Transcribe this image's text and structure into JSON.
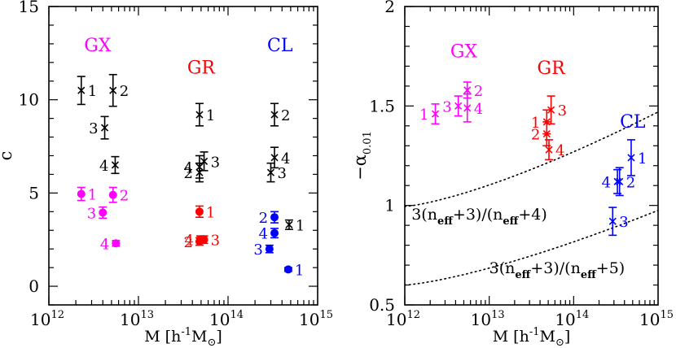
{
  "chart_data": [
    {
      "type": "scatter",
      "xlabel": "M [h^-1 M_⊙]",
      "xlabel_parts": {
        "main": "M  [h",
        "sup": "-1",
        "mid": "M",
        "sub": "⊙",
        "close": "]"
      },
      "ylabel": "c",
      "xscale": "log",
      "xlim": [
        1000000000000.0,
        1000000000000000.0
      ],
      "ylim": [
        -1,
        15
      ],
      "xticks": [
        {
          "label_base": "10",
          "label_exp": "12",
          "value": 1000000000000.0
        },
        {
          "label_base": "10",
          "label_exp": "13",
          "value": 10000000000000.0
        },
        {
          "label_base": "10",
          "label_exp": "14",
          "value": 100000000000000.0
        },
        {
          "label_base": "10",
          "label_exp": "15",
          "value": 1000000000000000.0
        }
      ],
      "yticks": [
        {
          "label": "0",
          "value": 0
        },
        {
          "label": "5",
          "value": 5
        },
        {
          "label": "10",
          "value": 10
        },
        {
          "label": "15",
          "value": 15
        }
      ],
      "group_labels": [
        {
          "text": "GX",
          "color": "#ff00ff",
          "x": 3500000000000.0,
          "y": 12.6
        },
        {
          "text": "GR",
          "color": "#ff0000",
          "x": 50000000000000.0,
          "y": 11.4
        },
        {
          "text": "CL",
          "color": "#0000ff",
          "x": 380000000000000.0,
          "y": 12.6
        }
      ],
      "series": [
        {
          "color": "#000000",
          "marker": "x",
          "points": [
            {
              "x": 2300000000000.0,
              "y": 10.5,
              "err": 0.75,
              "label": "1",
              "label_side": "right"
            },
            {
              "x": 5200000000000.0,
              "y": 10.5,
              "err": 0.85,
              "label": "2",
              "label_side": "right"
            },
            {
              "x": 4200000000000.0,
              "y": 8.5,
              "err": 0.6,
              "label": "3",
              "label_side": "left"
            },
            {
              "x": 5500000000000.0,
              "y": 6.5,
              "err": 0.45,
              "label": "4",
              "label_side": "left"
            },
            {
              "x": 48000000000000.0,
              "y": 9.2,
              "err": 0.6,
              "label": "1",
              "label_side": "right"
            },
            {
              "x": 48000000000000.0,
              "y": 6.4,
              "err": 0.6,
              "label": "4",
              "label_side": "left"
            },
            {
              "x": 48000000000000.0,
              "y": 6.1,
              "err": 0.5,
              "label": "2",
              "label_side": "left"
            },
            {
              "x": 54000000000000.0,
              "y": 6.7,
              "err": 0.5,
              "label": "3",
              "label_side": "right"
            },
            {
              "x": 330000000000000.0,
              "y": 9.2,
              "err": 0.6,
              "label": "2",
              "label_side": "right"
            },
            {
              "x": 330000000000000.0,
              "y": 6.9,
              "err": 0.55,
              "label": "4",
              "label_side": "right"
            },
            {
              "x": 300000000000000.0,
              "y": 6.1,
              "err": 0.5,
              "label": "3",
              "label_side": "right"
            },
            {
              "x": 480000000000000.0,
              "y": 3.3,
              "err": 0.25,
              "label": "1",
              "label_side": "right"
            }
          ]
        },
        {
          "color": "#ff00ff",
          "marker": "dot",
          "points": [
            {
              "x": 2300000000000.0,
              "y": 4.95,
              "err": 0.35,
              "label": "1",
              "label_side": "right"
            },
            {
              "x": 5200000000000.0,
              "y": 4.9,
              "err": 0.4,
              "label": "2",
              "label_side": "right"
            },
            {
              "x": 4000000000000.0,
              "y": 3.95,
              "err": 0.3,
              "label": "3",
              "label_side": "left"
            },
            {
              "x": 5600000000000.0,
              "y": 2.3,
              "err": 0.15,
              "label": "4",
              "label_side": "left"
            }
          ]
        },
        {
          "color": "#ff0000",
          "marker": "dot",
          "points": [
            {
              "x": 48000000000000.0,
              "y": 4.0,
              "err": 0.3,
              "label": "1",
              "label_side": "right"
            },
            {
              "x": 48000000000000.0,
              "y": 2.4,
              "err": 0.2,
              "label": "2",
              "label_side": "left"
            },
            {
              "x": 49000000000000.0,
              "y": 2.5,
              "err": 0.2,
              "label": "4",
              "label_side": "left"
            },
            {
              "x": 54000000000000.0,
              "y": 2.5,
              "err": 0.2,
              "label": "3",
              "label_side": "right"
            }
          ]
        },
        {
          "color": "#0000ff",
          "marker": "dot",
          "points": [
            {
              "x": 330000000000000.0,
              "y": 3.7,
              "err": 0.3,
              "label": "2",
              "label_side": "left"
            },
            {
              "x": 330000000000000.0,
              "y": 2.85,
              "err": 0.25,
              "label": "4",
              "label_side": "left"
            },
            {
              "x": 290000000000000.0,
              "y": 2.0,
              "err": 0.2,
              "label": "3",
              "label_side": "left"
            },
            {
              "x": 470000000000000.0,
              "y": 0.9,
              "err": 0.1,
              "label": "1",
              "label_side": "right"
            }
          ]
        }
      ]
    },
    {
      "type": "scatter",
      "xlabel": "M [h^-1 M_⊙]",
      "xlabel_parts": {
        "main": "M  [h",
        "sup": "-1",
        "mid": "M",
        "sub": "⊙",
        "close": "]"
      },
      "ylabel": "-α_0.01",
      "ylabel_parts": {
        "main": "−α",
        "sub": "0.01"
      },
      "xscale": "log",
      "xlim": [
        1000000000000.0,
        1000000000000000.0
      ],
      "ylim": [
        0.5,
        2
      ],
      "xticks": [
        {
          "label_base": "10",
          "label_exp": "12",
          "value": 1000000000000.0
        },
        {
          "label_base": "10",
          "label_exp": "13",
          "value": 10000000000000.0
        },
        {
          "label_base": "10",
          "label_exp": "14",
          "value": 100000000000000.0
        },
        {
          "label_base": "10",
          "label_exp": "15",
          "value": 1000000000000000.0
        }
      ],
      "yticks": [
        {
          "label": "0.5",
          "value": 0.5
        },
        {
          "label": "1",
          "value": 1
        },
        {
          "label": "1.5",
          "value": 1.5
        },
        {
          "label": "2",
          "value": 2
        }
      ],
      "group_labels": [
        {
          "text": "GX",
          "color": "#ff00ff",
          "x": 5000000000000.0,
          "y": 1.745
        },
        {
          "text": "GR",
          "color": "#ff0000",
          "x": 54000000000000.0,
          "y": 1.66
        },
        {
          "text": "CL",
          "color": "#0000ff",
          "x": 500000000000000.0,
          "y": 1.39
        }
      ],
      "curves": [
        {
          "formula": "3(n_eff+3)/(n_eff+4)",
          "label_parts": [
            "3(n",
            "eff",
            "+3)/(n",
            "eff",
            "+4)"
          ],
          "x": [
            1000000000000.0,
            1000000000000000.0
          ],
          "y": [
            0.995,
            1.47
          ],
          "label_x": 1200000000000.0,
          "label_y": 0.93
        },
        {
          "formula": "3(n_eff+3)/(n_eff+5)",
          "label_parts": [
            "3(n",
            "eff",
            "+3)/(n",
            "eff",
            "+5)"
          ],
          "x": [
            1000000000000.0,
            1000000000000000.0
          ],
          "y": [
            0.6,
            0.975
          ],
          "label_x": 10000000000000.0,
          "label_y": 0.66
        }
      ],
      "series": [
        {
          "color": "#ff00ff",
          "marker": "x",
          "points": [
            {
              "x": 2300000000000.0,
              "y": 1.46,
              "err": 0.05,
              "label": "1",
              "label_side": "left"
            },
            {
              "x": 5500000000000.0,
              "y": 1.58,
              "err": 0.04,
              "label": "2",
              "label_side": "right"
            },
            {
              "x": 4300000000000.0,
              "y": 1.5,
              "err": 0.05,
              "label": "3",
              "label_side": "left"
            },
            {
              "x": 5500000000000.0,
              "y": 1.49,
              "err": 0.07,
              "label": "4",
              "label_side": "right"
            }
          ]
        },
        {
          "color": "#ff0000",
          "marker": "x",
          "points": [
            {
              "x": 48000000000000.0,
              "y": 1.42,
              "err": 0.06,
              "label": "1",
              "label_side": "left"
            },
            {
              "x": 48000000000000.0,
              "y": 1.36,
              "err": 0.06,
              "label": "2",
              "label_side": "left"
            },
            {
              "x": 54000000000000.0,
              "y": 1.48,
              "err": 0.07,
              "label": "3",
              "label_side": "right"
            },
            {
              "x": 51000000000000.0,
              "y": 1.28,
              "err": 0.05,
              "label": "4",
              "label_side": "right"
            }
          ]
        },
        {
          "color": "#0000ff",
          "marker": "x",
          "points": [
            {
              "x": 480000000000000.0,
              "y": 1.24,
              "err": 0.09,
              "label": "1",
              "label_side": "right"
            },
            {
              "x": 350000000000000.0,
              "y": 1.12,
              "err": 0.07,
              "label": "2",
              "label_side": "right"
            },
            {
              "x": 290000000000000.0,
              "y": 0.92,
              "err": 0.07,
              "label": "3",
              "label_side": "right"
            },
            {
              "x": 330000000000000.0,
              "y": 1.12,
              "err": 0.06,
              "label": "4",
              "label_side": "left"
            }
          ]
        }
      ]
    }
  ]
}
